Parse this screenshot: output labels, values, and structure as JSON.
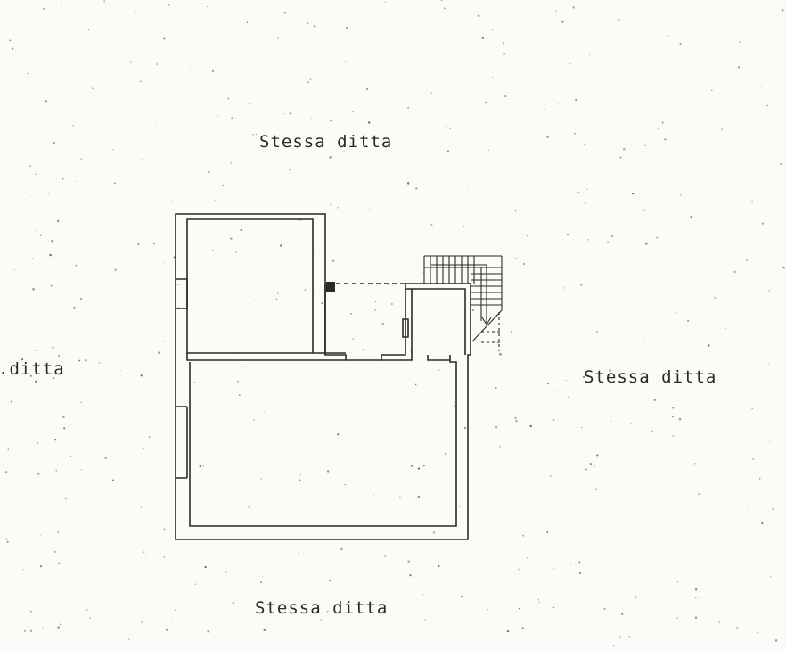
{
  "labels": {
    "top": "Stessa ditta",
    "right": "Stessa ditta",
    "bottom": "Stessa ditta",
    "left": ".ditta"
  },
  "colors": {
    "paper": "#fbfbf8",
    "ink": "#2a2a2a"
  }
}
